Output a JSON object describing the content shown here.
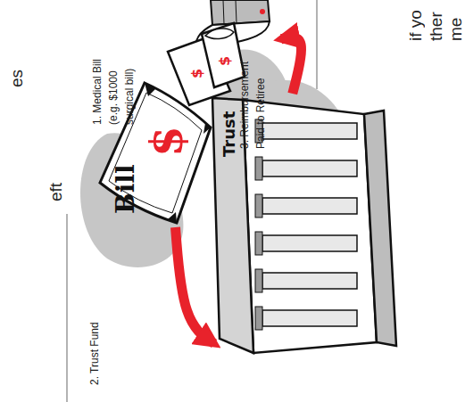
{
  "diagram": {
    "nodes": [
      {
        "text": [
          "1. Medical Bill (e.g. $1000 surgical bill)",
          "Bill",
          "$"
        ]
      },
      {
        "text": [
          "2. Trust Fund",
          "Trust"
        ]
      },
      {
        "text": [
          "3. Reimbursement Paid to Retiree",
          "$",
          "$"
        ]
      }
    ],
    "edges": [
      {
        "from": 0,
        "to": 1,
        "arrow": "to"
      },
      {
        "from": 1,
        "to": 2,
        "arrow": "to"
      }
    ],
    "labels": [
      "if yo",
      "ther",
      "me",
      "es",
      "eft"
    ]
  }
}
